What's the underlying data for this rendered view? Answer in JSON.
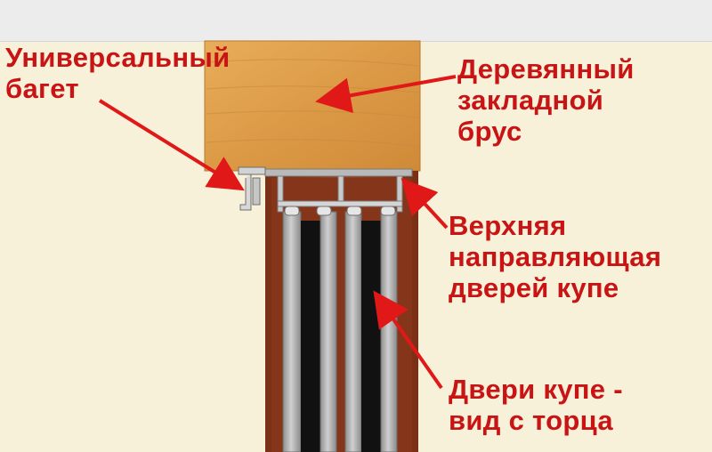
{
  "colors": {
    "background": "#f8f1d9",
    "top_band": "#ececec",
    "label_text": "#c81414",
    "arrow": "#e01818",
    "beam": "#e0a04e",
    "door_frame": "#8a3a1c",
    "door_profile": "#a9a9a9",
    "door_gap": "#111111"
  },
  "labels": {
    "baguette": {
      "line1": "Универсальный",
      "line2": "багет"
    },
    "beam": {
      "line1": "Деревянный",
      "line2": "закладной",
      "line3": "брус"
    },
    "rail": {
      "line1": "Верхняя",
      "line2": "направляющая",
      "line3": "дверей купе"
    },
    "doors": {
      "line1": "Двери купе -",
      "line2": "вид с торца"
    }
  },
  "icons": {
    "arrow": "red-pointer-arrow"
  }
}
